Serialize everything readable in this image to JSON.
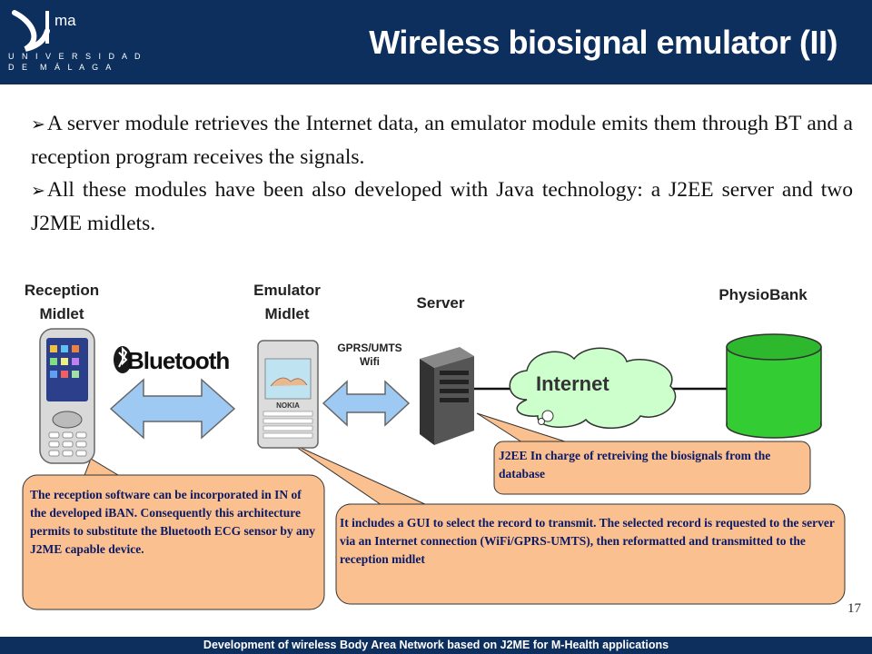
{
  "header": {
    "title": "Wireless biosignal emulator (II)",
    "logo_mark": "ma",
    "logo_line1": "U N I V E R S I D A D",
    "logo_line2": "D E  M Á L A G A"
  },
  "bullets": [
    "A server module retrieves the Internet data, an emulator module emits them through BT and a reception program receives the signals.",
    "All these modules have been also developed with Java technology: a J2EE server and two J2ME midlets."
  ],
  "labels": {
    "reception_line1": "Reception",
    "reception_line2": "Midlet",
    "emulator_line1": "Emulator",
    "emulator_line2": "Midlet",
    "server": "Server",
    "physiobank": "PhysioBank",
    "gprs_line1": "GPRS/UMTS",
    "gprs_line2": "Wifi",
    "internet": "Internet",
    "bluetooth": "Bluetooth",
    "nokia": "NOKIA"
  },
  "callouts": {
    "j2ee": "J2EE In charge of retreiving the biosignals from the database",
    "reception": "The reception software can be incorporated in IN of the developed iBAN. Consequently this architecture permits to substitute the Bluetooth ECG sensor by any J2ME capable device.",
    "gui": "It includes a GUI to select the record to transmit. The selected record is requested to the server via an Internet connection (WiFi/GPRS-UMTS), then reformatted and transmitted to the reception midlet"
  },
  "footer": "Development of wireless Body Area Network based on J2ME for M-Health applications",
  "page_number": "17",
  "colors": {
    "header_bg": "#0d2f5e",
    "callout_fill": "#fac090",
    "internet_cloud": "#ccffcc",
    "database": "#33cc33",
    "arrow": "#9ec9f2"
  }
}
